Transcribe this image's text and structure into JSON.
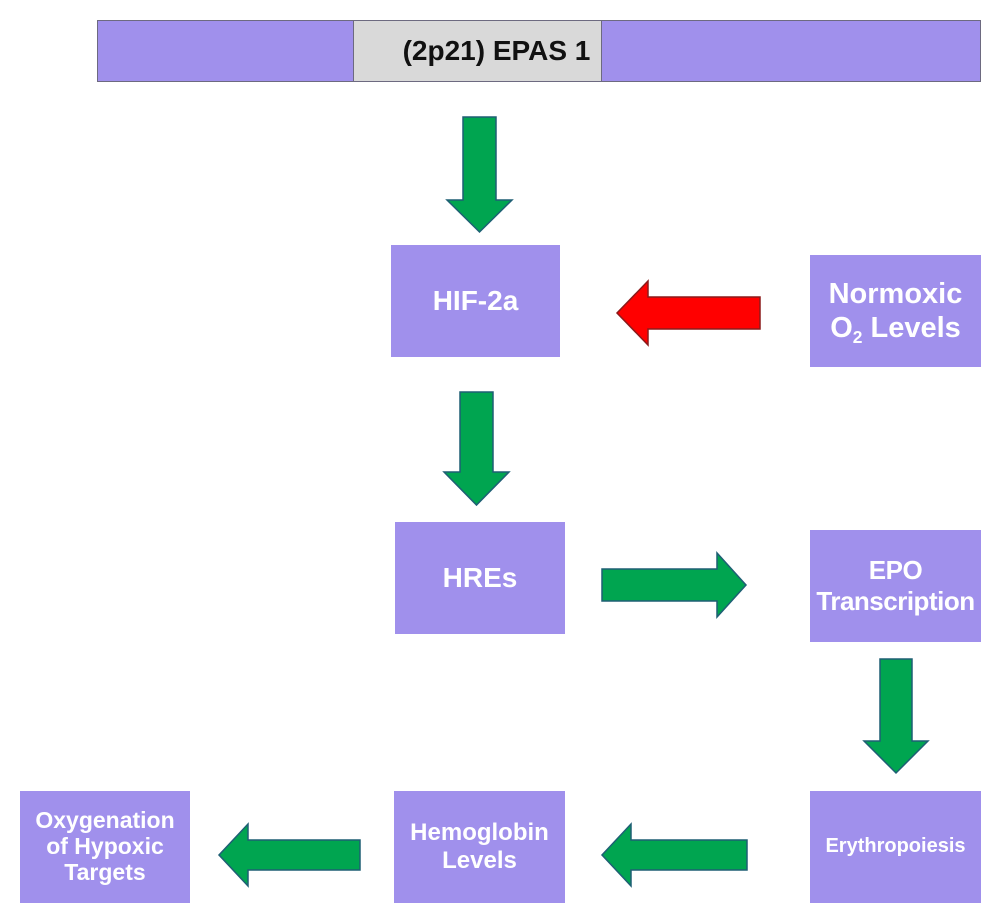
{
  "gene_bar": {
    "label": "(2p21) EPAS 1"
  },
  "nodes": {
    "hif2a": "HIF-2a",
    "normoxic": {
      "line1": "Normoxic",
      "o": "O",
      "sub": "2",
      "levels": " Levels"
    },
    "hres": "HREs",
    "epo": {
      "line1": "EPO",
      "line2": "Transcription"
    },
    "erythropoiesis": "Erythropoiesis",
    "hemoglobin": {
      "line1": "Hemoglobin",
      "line2": "Levels"
    },
    "oxygenation": {
      "line1": "Oxygenation",
      "line2": "of Hypoxic",
      "line3": "Targets"
    }
  },
  "colors": {
    "box": "#a090ec",
    "arrow_green": "#00a550",
    "arrow_red": "#ff0000",
    "gene_center": "#d9d9d9"
  }
}
